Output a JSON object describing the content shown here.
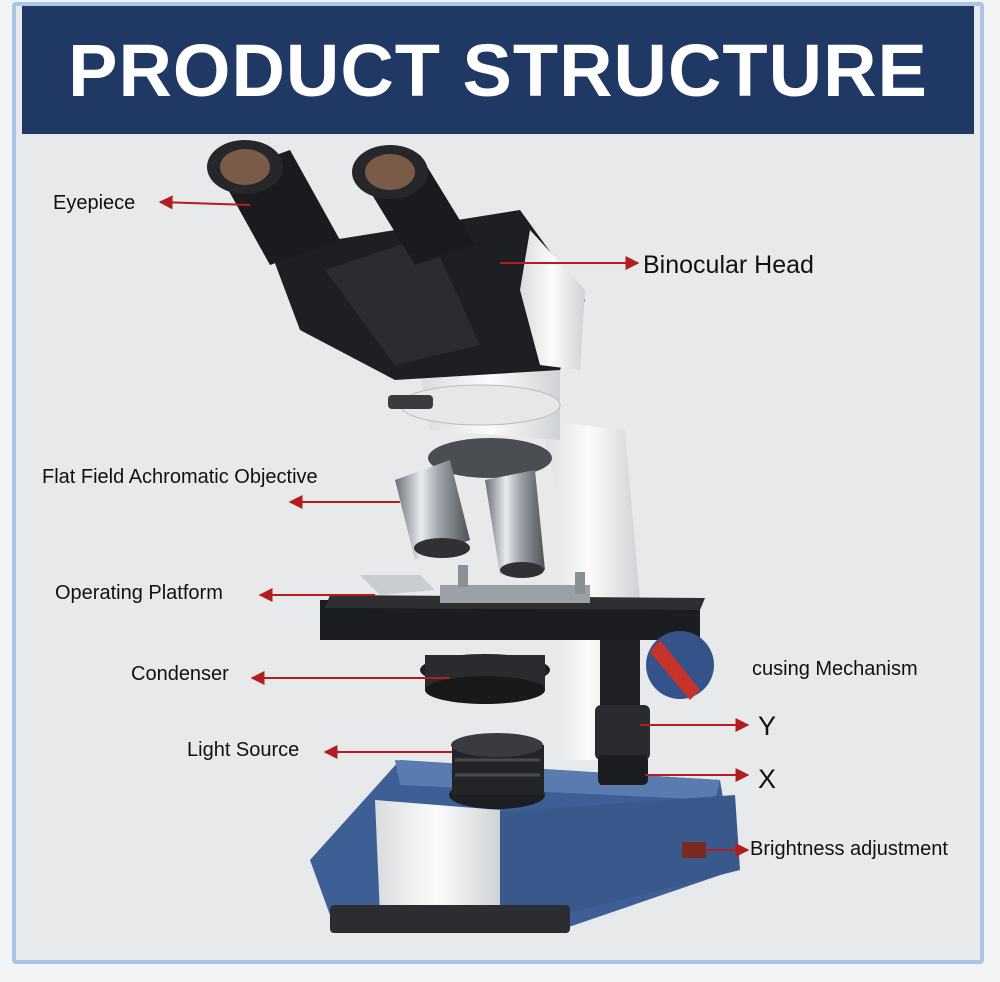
{
  "header": {
    "title": "PRODUCT STRUCTURE"
  },
  "labels": {
    "eyepiece": "Eyepiece",
    "binocular_head": "Binocular Head",
    "objective": "Flat Field Achromatic Objective",
    "platform": "Operating Platform",
    "condenser": "Condenser",
    "focusing": "cusing Mechanism",
    "y_axis": "Y",
    "light_source": "Light Source",
    "x_axis": "X",
    "brightness": "Brightness adjustment"
  },
  "colors": {
    "banner": "#1f3864",
    "arrow": "#b01e1e",
    "base_blue": "#3d5f95",
    "knob_red": "#c7322a",
    "knob_blue": "#36528a"
  }
}
